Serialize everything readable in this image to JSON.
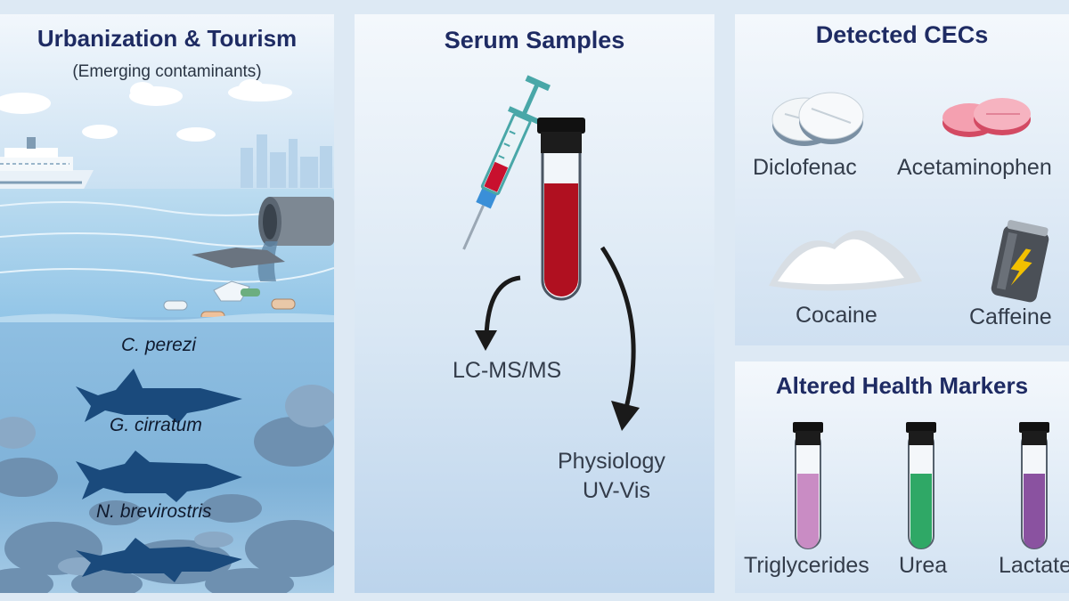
{
  "panels": {
    "urbanization": {
      "title": "Urbanization & Tourism",
      "subtitle": "(Emerging contaminants)",
      "species": [
        "C. perezi",
        "G. cirratum",
        "N. brevirostris"
      ]
    },
    "serum": {
      "title": "Serum Samples",
      "method_1": "LC-MS/MS",
      "method_2_line1": "Physiology",
      "method_2_line2": "UV-Vis"
    },
    "cecs": {
      "title": "Detected CECs",
      "items": [
        "Diclofenac",
        "Acetaminophen",
        "Cocaine",
        "Caffeine"
      ]
    },
    "markers": {
      "title": "Altered Health Markers",
      "items": [
        "Triglycerides",
        "Urea",
        "Lactate"
      ]
    }
  },
  "colors": {
    "title_navy": "#1e2b63",
    "blood_red": "#b01020",
    "shark_navy": "#1a4a7c",
    "triglycerides_liquid": "#c98cc4",
    "urea_liquid": "#2fa866",
    "lactate_liquid": "#8a52a0"
  }
}
